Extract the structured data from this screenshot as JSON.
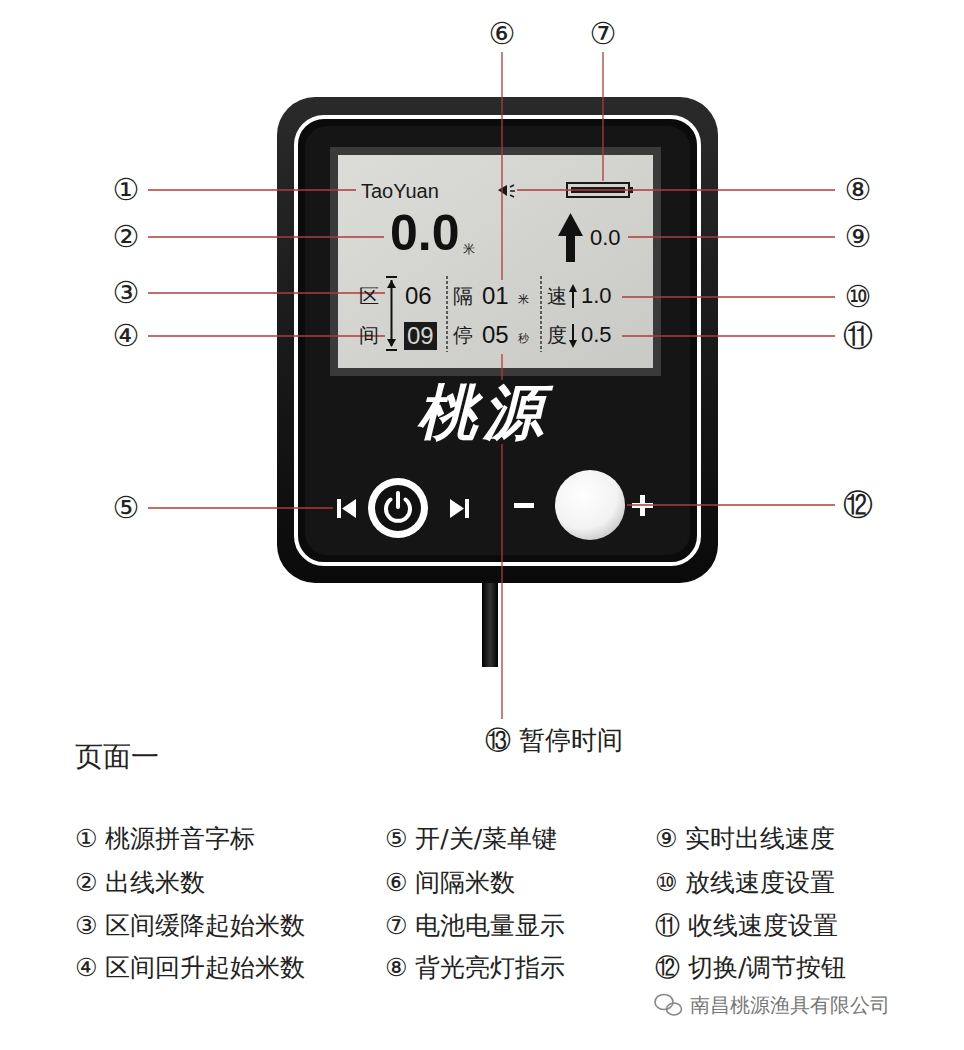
{
  "diagram": {
    "title": "页面一",
    "nodes": [
      {
        "text": [
          "桃源"
        ]
      },
      {
        "text": [
          "TaoYuan",
          "0.0",
          "米",
          "0.0",
          "区",
          "06",
          "隔",
          "01",
          "米",
          "速",
          "1.0",
          "间",
          "09",
          "停",
          "05",
          "秒",
          "度",
          "0.5"
        ],
        "in": 0
      }
    ],
    "edges": [],
    "labels": [
      "①",
      "②",
      "③",
      "④",
      "⑤",
      "⑥",
      "⑦",
      "⑧",
      "⑨",
      "⑩",
      "⑪",
      "⑫",
      "⑬ 暂停时间",
      "① 桃源拼音字标",
      "② 出线米数",
      "③ 区间缓降起始米数",
      "④ 区间回升起始米数",
      "⑤ 开/关/菜单键",
      "⑥ 间隔米数",
      "⑦ 电池电量显示",
      "⑧ 背光亮灯指示",
      "⑨ 实时出线速度",
      "⑩ 放线速度设置",
      "⑪ 收线速度设置",
      "⑫ 切换/调节按钮",
      "南昌桃源渔具有限公司"
    ]
  }
}
